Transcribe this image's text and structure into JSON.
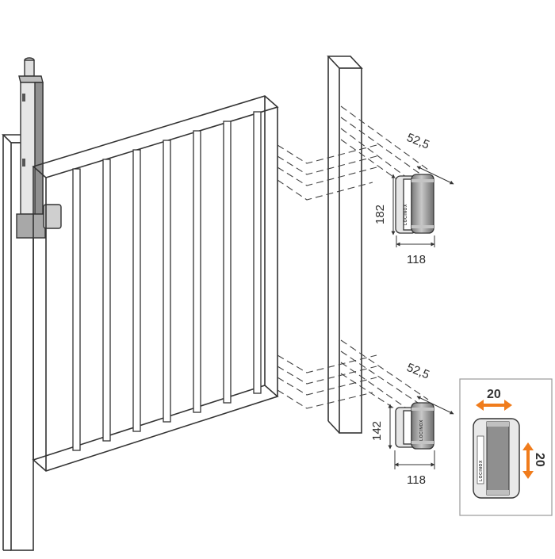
{
  "dimensions": {
    "top_depth": "52,5",
    "top_height": "182",
    "top_width": "118",
    "bottom_depth": "52,5",
    "bottom_height": "142",
    "bottom_width": "118"
  },
  "adjustment": {
    "horizontal": "20",
    "vertical": "20"
  },
  "brand": {
    "name": "LOCINOX"
  },
  "colors": {
    "line": "#333333",
    "arrow": "#f07c1c",
    "hinge_body": "#e4e4e4",
    "hinge_barrel": "#9a9a9a"
  }
}
